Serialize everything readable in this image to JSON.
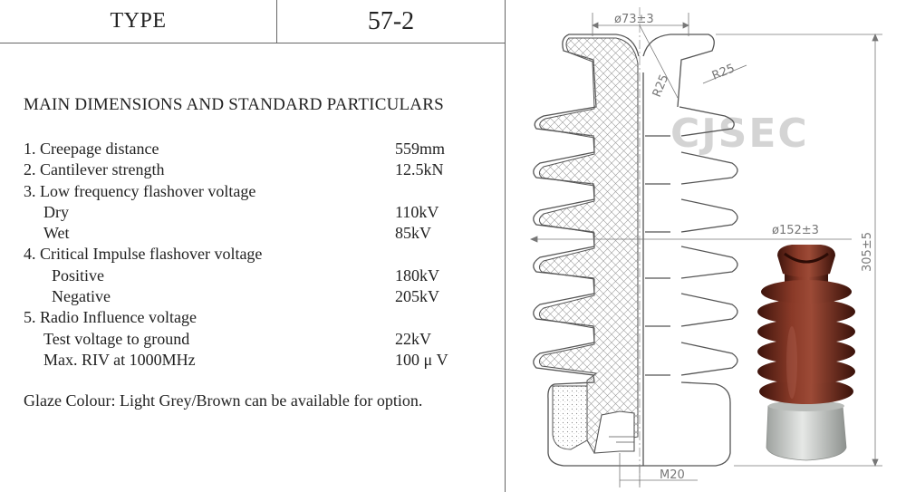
{
  "header": {
    "type_label": "TYPE",
    "type_value": "57-2"
  },
  "section_title": "MAIN DIMENSIONS AND STANDARD PARTICULARS",
  "specs": [
    {
      "label": "1. Creepage distance",
      "value": "559mm",
      "indent": 0
    },
    {
      "label": "2. Cantilever strength",
      "value": "12.5kN",
      "indent": 0
    },
    {
      "label": "3. Low frequency flashover voltage",
      "value": "",
      "indent": 0
    },
    {
      "label": "Dry",
      "value": "110kV",
      "indent": 1
    },
    {
      "label": "Wet",
      "value": "85kV",
      "indent": 1
    },
    {
      "label": "4. Critical Impulse flashover voltage",
      "value": "",
      "indent": 0
    },
    {
      "label": "Positive",
      "value": "180kV",
      "indent": 2
    },
    {
      "label": "Negative",
      "value": "205kV",
      "indent": 2
    },
    {
      "label": "5. Radio Influence voltage",
      "value": "",
      "indent": 0
    },
    {
      "label": "Test voltage to ground",
      "value": "22kV",
      "indent": 1
    },
    {
      "label": "Max. RIV at 1000MHz",
      "value": "100 μ V",
      "indent": 1
    }
  ],
  "glaze_note": "Glaze Colour: Light Grey/Brown can be available for option.",
  "drawing": {
    "dim_top_diameter": "ø73±3",
    "dim_r25_inner": "R25",
    "dim_r25_outer": "R25",
    "dim_shed_diameter": "ø152±3",
    "dim_height": "305±5",
    "dim_thread": "M20",
    "logo": "CJSEC",
    "colors": {
      "porcelain_brown": "#6e2b1c",
      "base_grey": "#c9ccc9",
      "line": "#555555"
    }
  }
}
